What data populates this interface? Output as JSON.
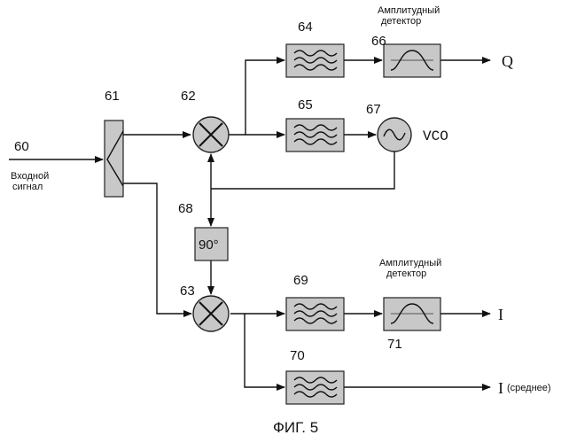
{
  "labels": {
    "n60": "60",
    "input_line1": "Входной",
    "input_line2": "сигнал",
    "n61": "61",
    "n62": "62",
    "n63": "63",
    "n64": "64",
    "n65": "65",
    "n66": "66",
    "n67": "67",
    "n68": "68",
    "n69": "69",
    "n70": "70",
    "n71": "71",
    "det_top_line1": "Амплитудный",
    "det_top_line2": "детектор",
    "det_mid_line1": "Амплитудный",
    "det_mid_line2": "детектор",
    "phase": "90°",
    "vco": "VCO",
    "out_q": "Q",
    "out_i": "I",
    "out_i_avg": "I",
    "out_i_avg_note": "(среднее)",
    "caption": "ФИГ. 5"
  }
}
